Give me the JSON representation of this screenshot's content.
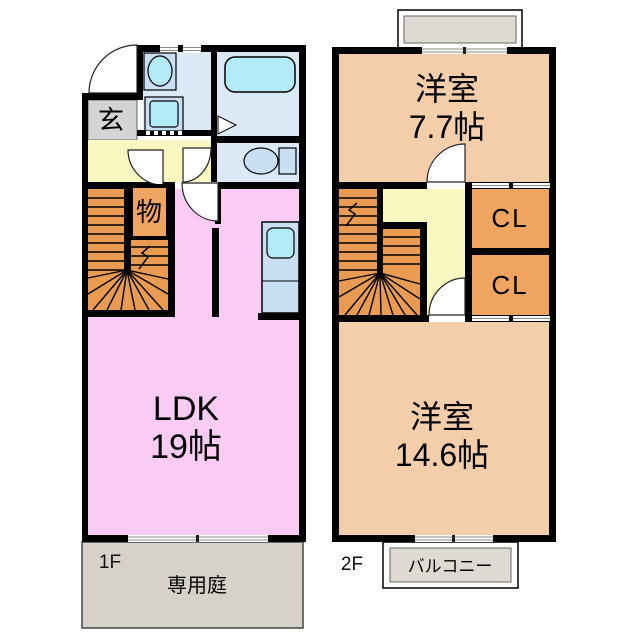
{
  "title": "apartment-floor-plan",
  "floor1": {
    "floor_label": "1F",
    "entrance_label": "玄",
    "storage_label": "物",
    "ldk_label": "LDK",
    "ldk_size": "19帖",
    "garden_label": "専用庭"
  },
  "floor2": {
    "floor_label": "2F",
    "room_small_label": "洋室",
    "room_small_size": "7.7帖",
    "closet1_label": "CL",
    "closet2_label": "CL",
    "room_large_label": "洋室",
    "room_large_size": "14.6帖",
    "balcony_label": "バルコニー"
  },
  "colors": {
    "wall": "#000000",
    "ldk_pink": "#FACCF4",
    "room_peach": "#F4CEAB",
    "closet_orange": "#F0A462",
    "stairs_orange": "#E99B52",
    "hall_yellow": "#FAF7C0",
    "wet_room_blue": "#DBE9F7",
    "fixture_blue": "#C9DFF3",
    "water_cyan": "#B4EBF9",
    "entrance_gray": "#D4D4D4",
    "outdoor_gray": "#D6D2C9",
    "balcony_gray": "#DEDAD3"
  }
}
